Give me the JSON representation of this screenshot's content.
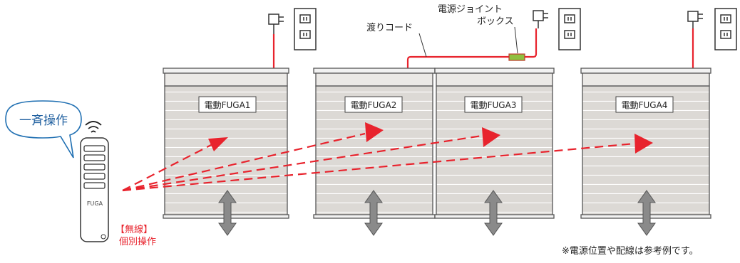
{
  "bubble": {
    "text": "一斉操作"
  },
  "remote": {
    "brand": "FUGA"
  },
  "wireless": {
    "line1": "【無線】",
    "line2": "個別操作"
  },
  "wiring": {
    "cable_label": "渡りコード",
    "junction_label_line1": "電源ジョイント",
    "junction_label_line2": "ボックス"
  },
  "shades": [
    {
      "label": "電動FUGA1"
    },
    {
      "label": "電動FUGA2"
    },
    {
      "label": "電動FUGA3"
    },
    {
      "label": "電動FUGA4"
    }
  ],
  "note": "※電源位置や配線は参考例です。",
  "colors": {
    "cable": "#e8232d",
    "signal": "#e8232d",
    "slat_fill": "#d9d6d2",
    "frame": "#555555",
    "arrow": "#8a8a8a",
    "bubble_border": "#1f6fb2",
    "bubble_text": "#1f5f9f",
    "junction": "#8fbf3f"
  }
}
